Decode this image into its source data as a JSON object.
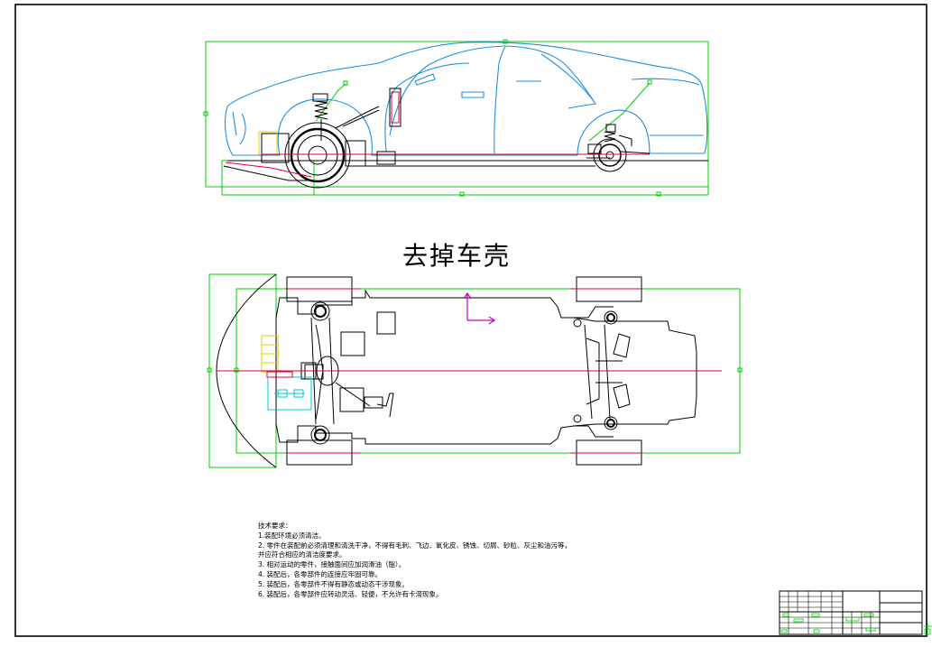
{
  "title": "去掉车壳",
  "notes": {
    "heading": "技术要求：",
    "items": [
      "1.装配环境必须清洁。",
      "2. 零件在装配前必须清理和清洗干净，不得有毛刺、飞边、氧化皮、锈蚀、切屑、砂粒、灰尘和油污等，",
      "并应符合相应的清洁度要求。",
      "3. 相对运动的零件，接触面间应加润滑油（脂）。",
      "4. 装配后，各零部件的连接应牢固可靠。",
      "5. 装配后，各零部件不得有静态或动态干涉现象。",
      "6. 装配后，各零部件应转动灵活、轻便，不允许有卡滞现象。"
    ]
  },
  "colors": {
    "body_outline": "#1f8fe0",
    "bounding": "#00d000",
    "centerline": "#e0002a",
    "linework": "#000000",
    "axis": "#c000c0",
    "battery": "#00c8d8",
    "fuse_box": "#e0d000"
  }
}
